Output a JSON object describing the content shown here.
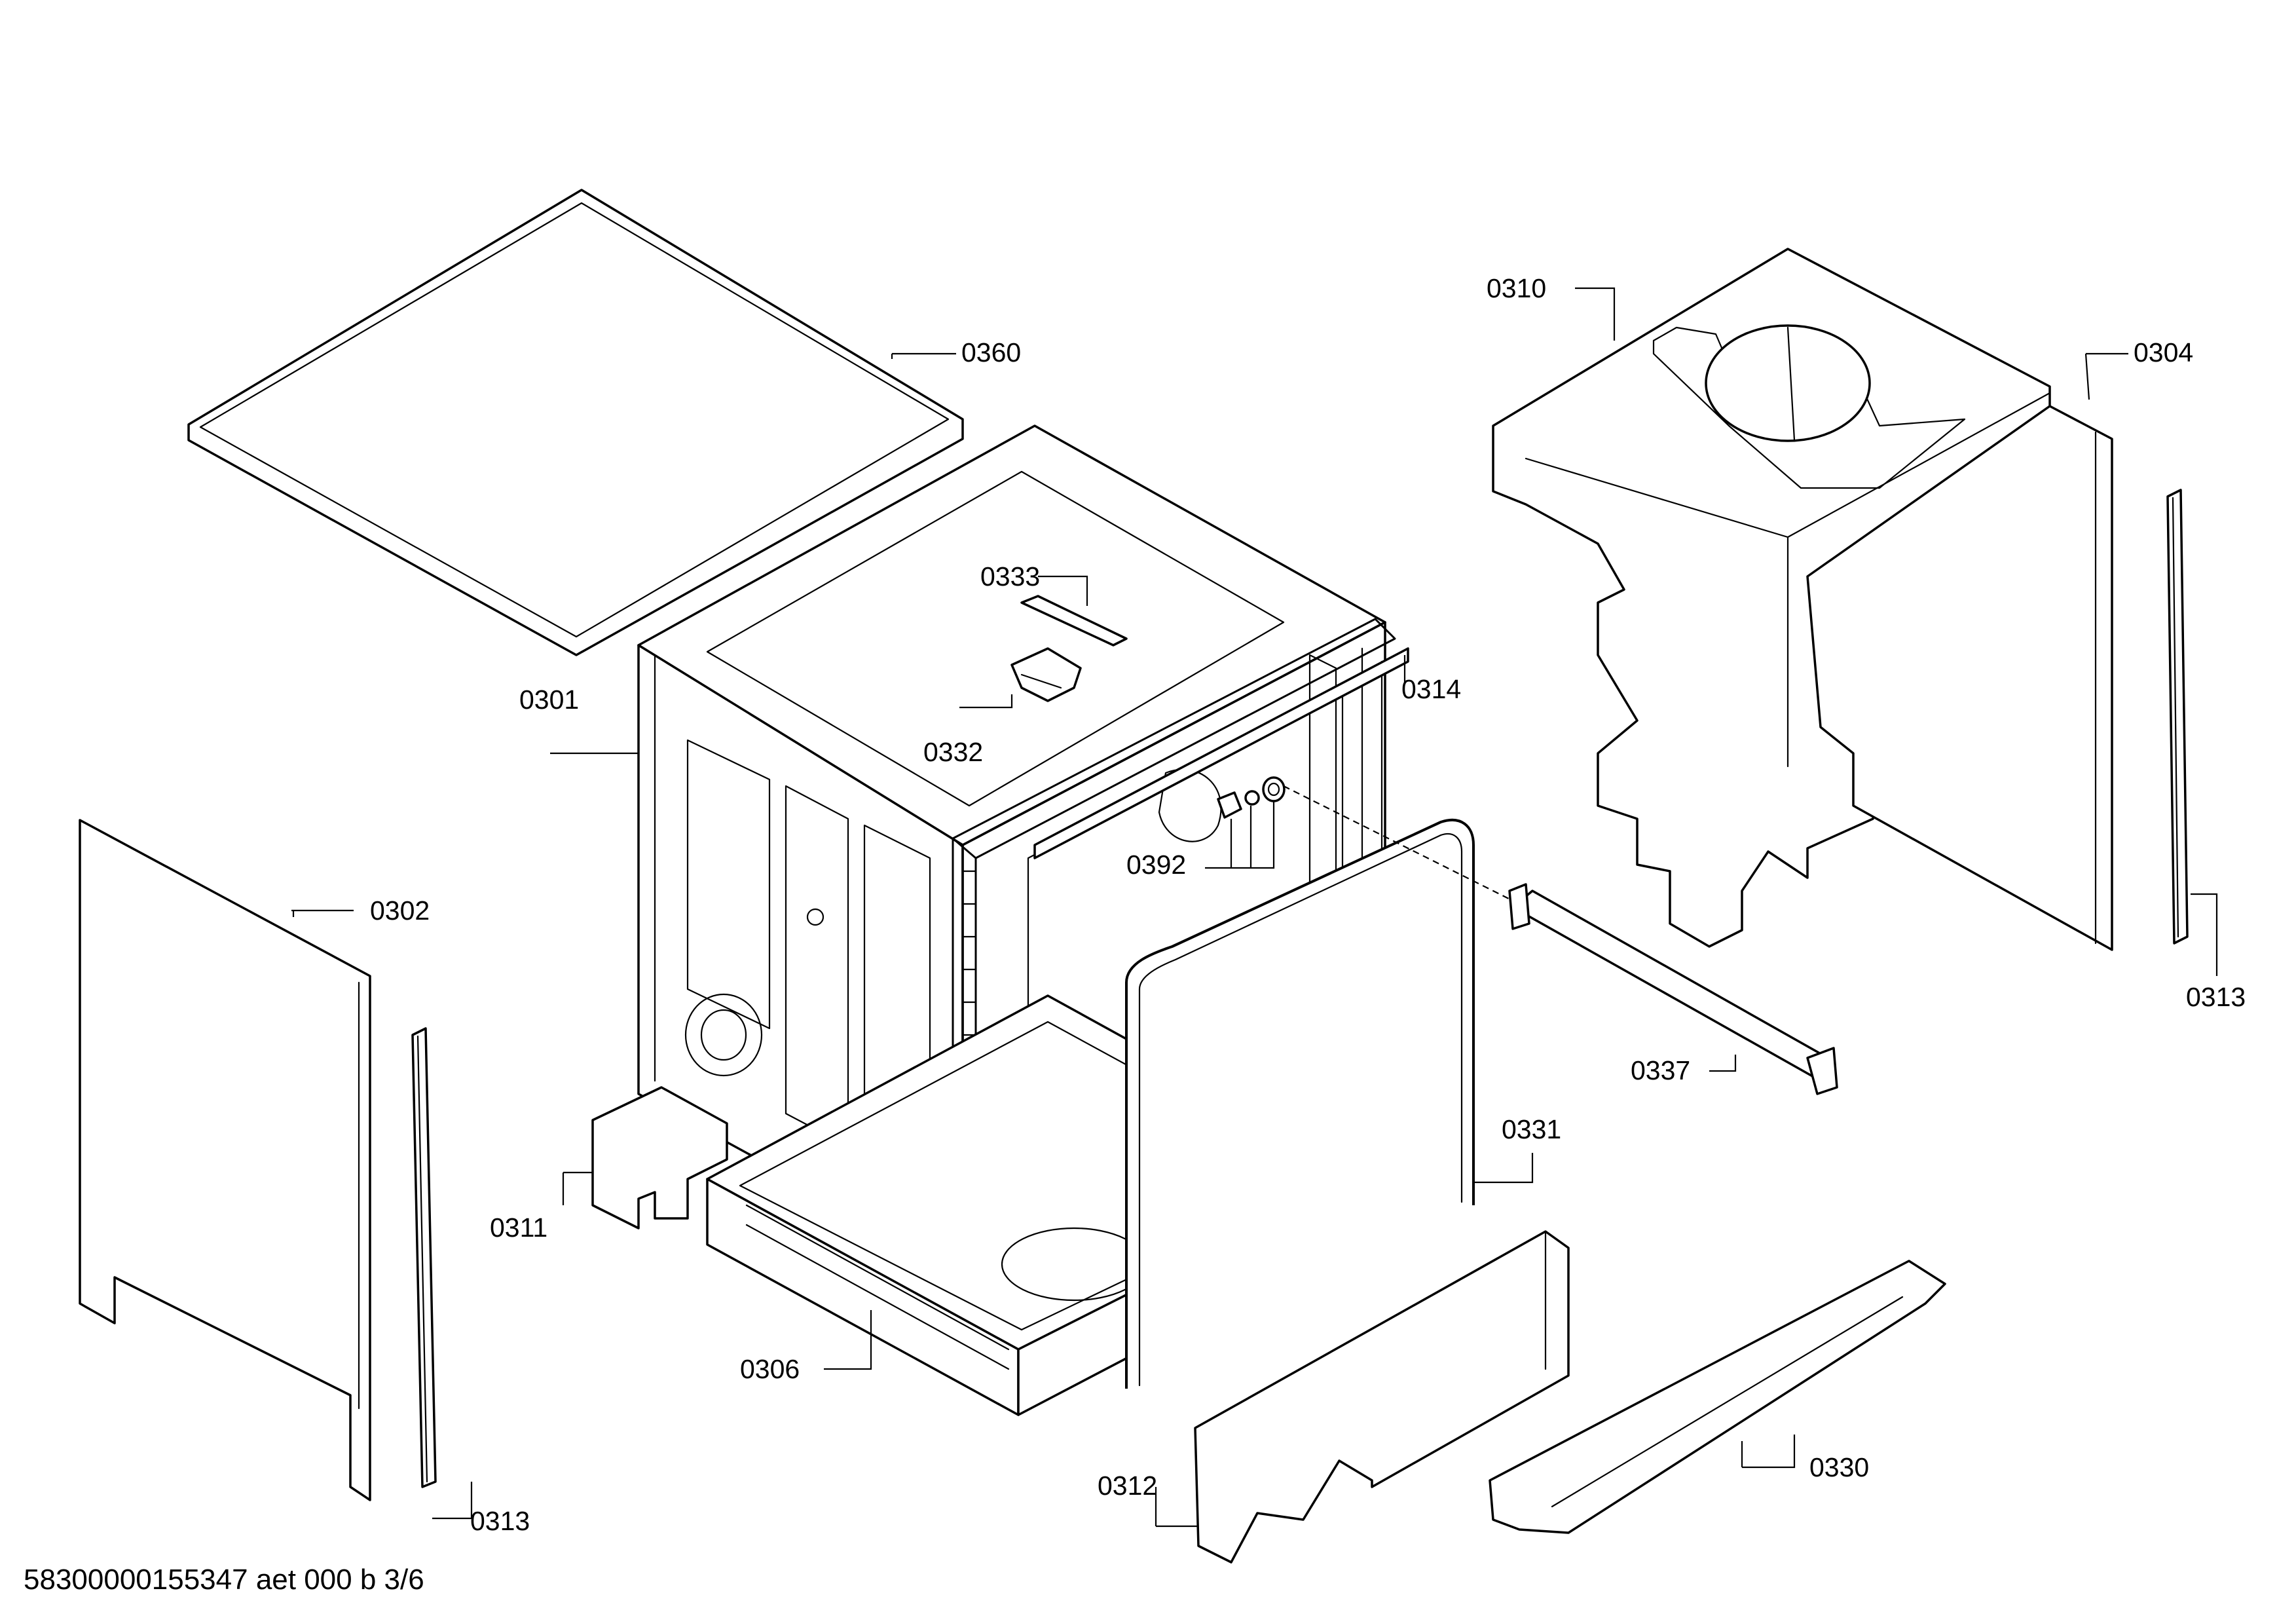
{
  "footer": {
    "code": "58300000155347 aet 000 b 3/6"
  },
  "labels": {
    "p0301": "0301",
    "p0302": "0302",
    "p0304": "0304",
    "p0306": "0306",
    "p0310": "0310",
    "p0311": "0311",
    "p0312": "0312",
    "p0313a": "0313",
    "p0313b": "0313",
    "p0314": "0314",
    "p0330": "0330",
    "p0331": "0331",
    "p0332": "0332",
    "p0333": "0333",
    "p0337": "0337",
    "p0360": "0360",
    "p0392": "0392"
  }
}
